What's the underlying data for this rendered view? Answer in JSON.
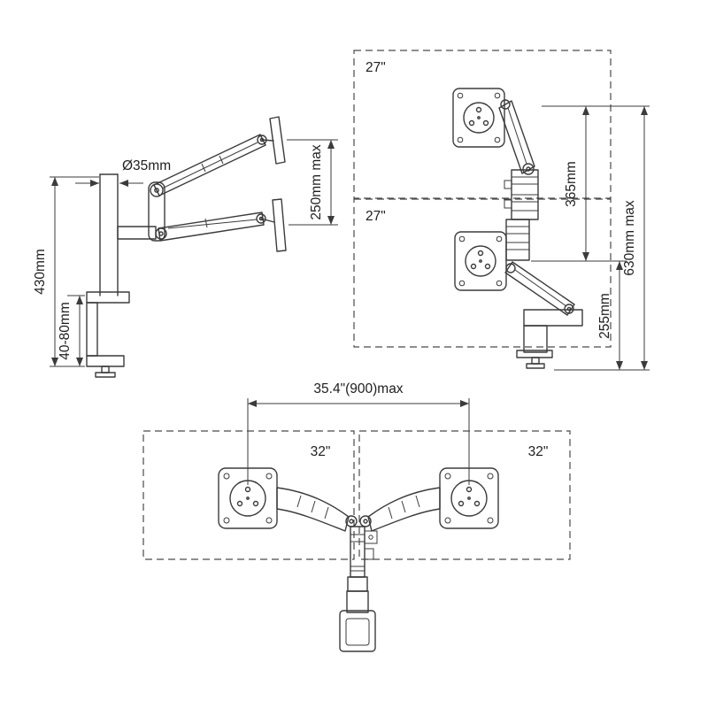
{
  "diagram": {
    "side_view": {
      "pole_diameter": "Ø35mm",
      "lift_range": "250mm max",
      "pole_height": "430mm",
      "clamp_range": "40-80mm"
    },
    "stacked_view": {
      "top_monitor": "27\"",
      "bottom_monitor": "27\"",
      "upper_span": "365mm",
      "total_height": "630mm max",
      "lower_span": "255mm"
    },
    "front_view": {
      "max_width": "35.4\"(900)max",
      "left_monitor": "32\"",
      "right_monitor": "32\""
    }
  }
}
